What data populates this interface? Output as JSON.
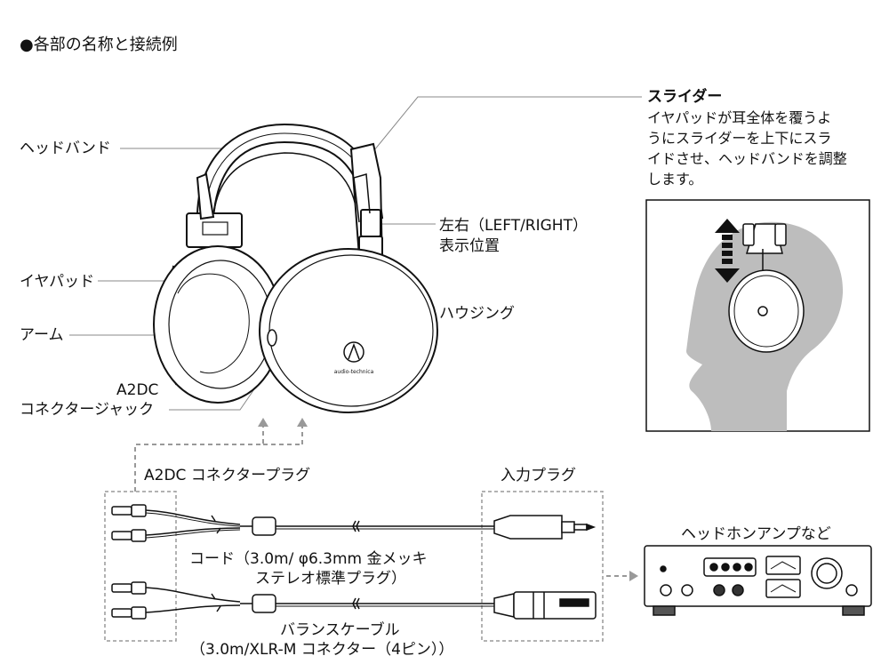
{
  "title": "●各部の名称と接続例",
  "labels": {
    "headband": "ヘッドバンド",
    "earpad": "イヤパッド",
    "arm": "アーム",
    "a2dc_jack_1": "A2DC",
    "a2dc_jack_2": "コネクタージャック",
    "slider": "スライダー",
    "slider_desc": [
      "イヤパッドが耳全体を覆うよ",
      "うにスライダーを上下にスラ",
      "イドさせ、ヘッドバンドを調整",
      "します。"
    ],
    "lr_1": "左右（LEFT/RIGHT）",
    "lr_2": "表示位置",
    "housing": "ハウジング",
    "a2dc_plug": "A2DC コネクタープラグ",
    "input_plug": "入力プラグ",
    "amp": "ヘッドホンアンプなど",
    "cord_1": "コード（3.0m/ φ6.3mm 金メッキ",
    "cord_2": "ステレオ標準プラグ）",
    "balance_1": "バランスケーブル",
    "balance_2": "（3.0m/XLR-M コネクター（4ピン））"
  },
  "logo_text": "audio-technica",
  "colors": {
    "line": "#111111",
    "leader": "#888888",
    "dashed": "#999999",
    "head": "#bdbdbd"
  }
}
